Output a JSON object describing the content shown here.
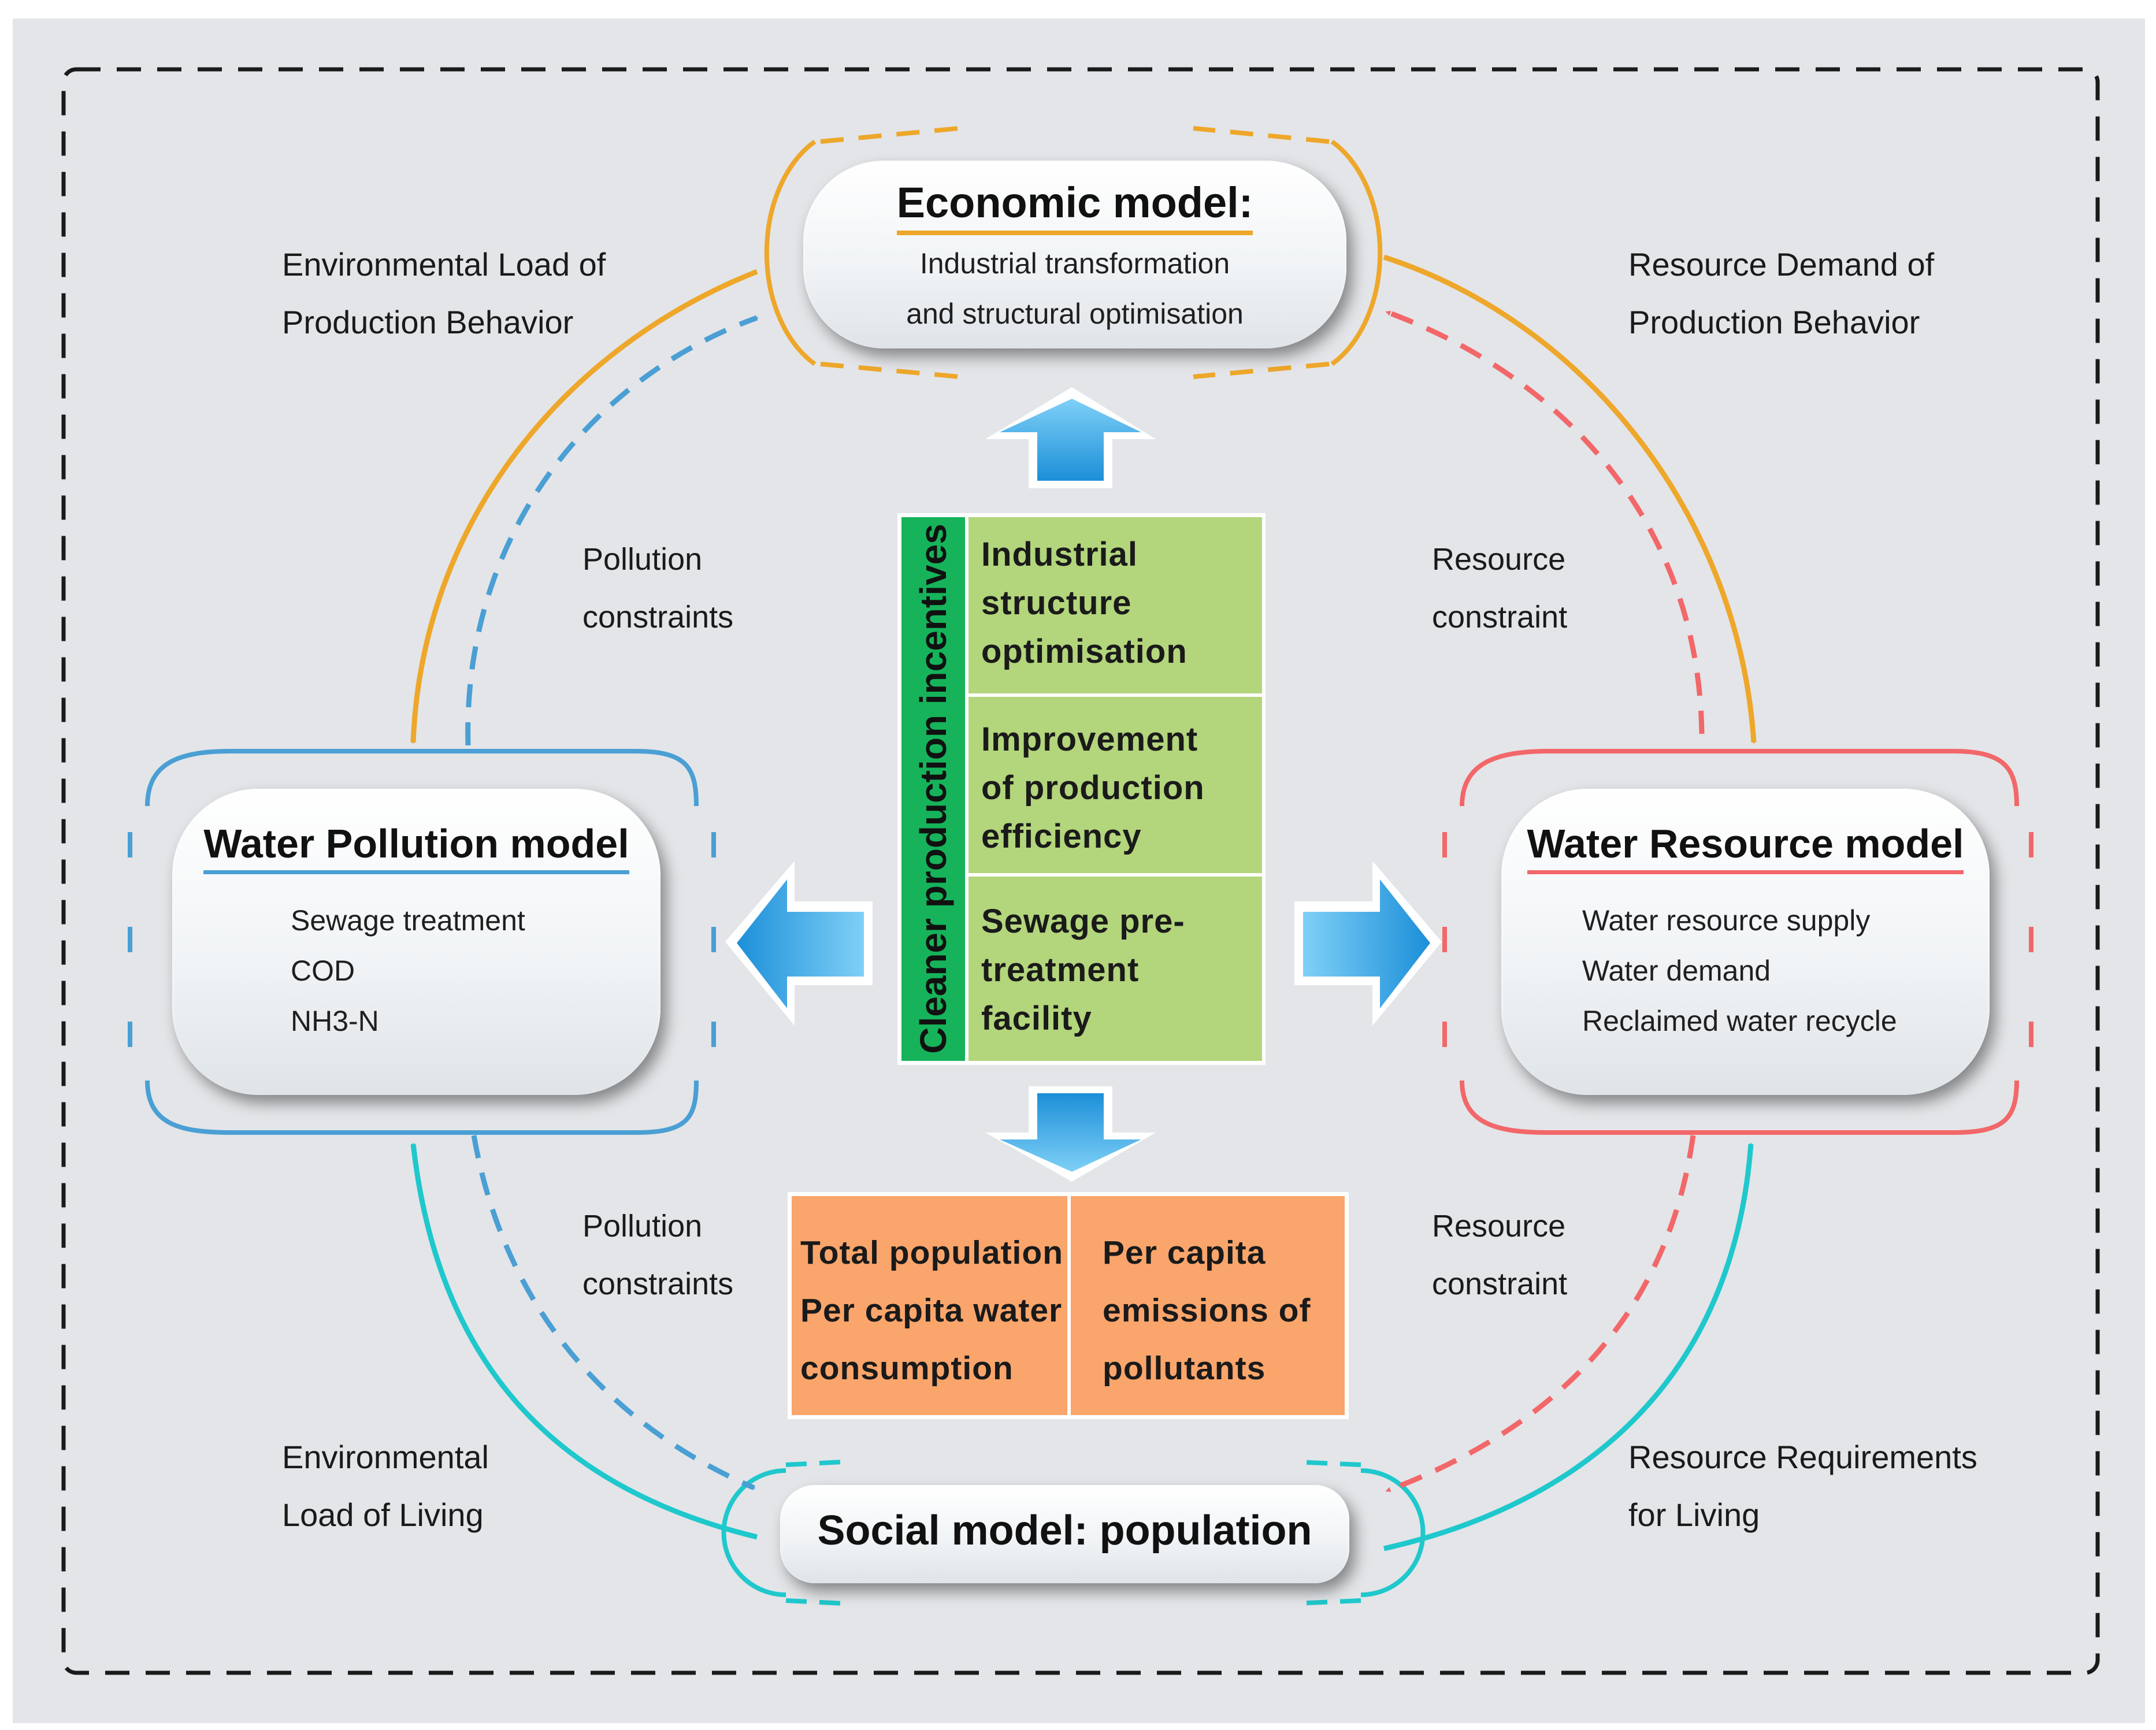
{
  "economic": {
    "title": "Economic model:",
    "lines": [
      "Industrial transformation",
      "and structural optimisation"
    ]
  },
  "water_pollution": {
    "title": "Water Pollution model",
    "items": [
      "Sewage treatment",
      "COD",
      "NH3-N"
    ]
  },
  "water_resource": {
    "title": "Water Resource model",
    "items": [
      "Water resource supply",
      "Water demand",
      "Reclaimed water recycle"
    ]
  },
  "social": {
    "title": "Social model: population"
  },
  "center": {
    "vertical_label": "Cleaner production incentives",
    "cells": [
      [
        "Industrial",
        "structure",
        "optimisation"
      ],
      [
        "Improvement",
        "of production",
        "efficiency"
      ],
      [
        "Sewage pre-",
        "treatment",
        "facility"
      ]
    ]
  },
  "social_factors": {
    "left": [
      "Total population",
      "Per capita water",
      "consumption"
    ],
    "right": [
      "Per capita",
      "emissions of",
      "pollutants"
    ]
  },
  "edge_labels": {
    "env_load_production": [
      "Environmental Load of",
      "Production Behavior"
    ],
    "resource_demand_production": [
      "Resource Demand of",
      "Production Behavior"
    ],
    "pollution_constraints_top": [
      "Pollution",
      "constraints"
    ],
    "resource_constraint_top": [
      "Resource",
      "constraint"
    ],
    "pollution_constraints_bottom": [
      "Pollution",
      "constraints"
    ],
    "resource_constraint_bottom": [
      "Resource",
      "constraint"
    ],
    "env_load_living": [
      "Environmental",
      "Load of Living"
    ],
    "resource_requirements_living": [
      "Resource Requirements",
      "for Living"
    ]
  },
  "colors": {
    "background": "#e3e5e8",
    "orange": "#eea72a",
    "blue": "#4a9fd4",
    "red": "#f26769",
    "teal": "#1fc8cc",
    "green_cells": "#b3d57c",
    "green_bar": "#16b35a",
    "orange_cells": "#f9a56b"
  }
}
